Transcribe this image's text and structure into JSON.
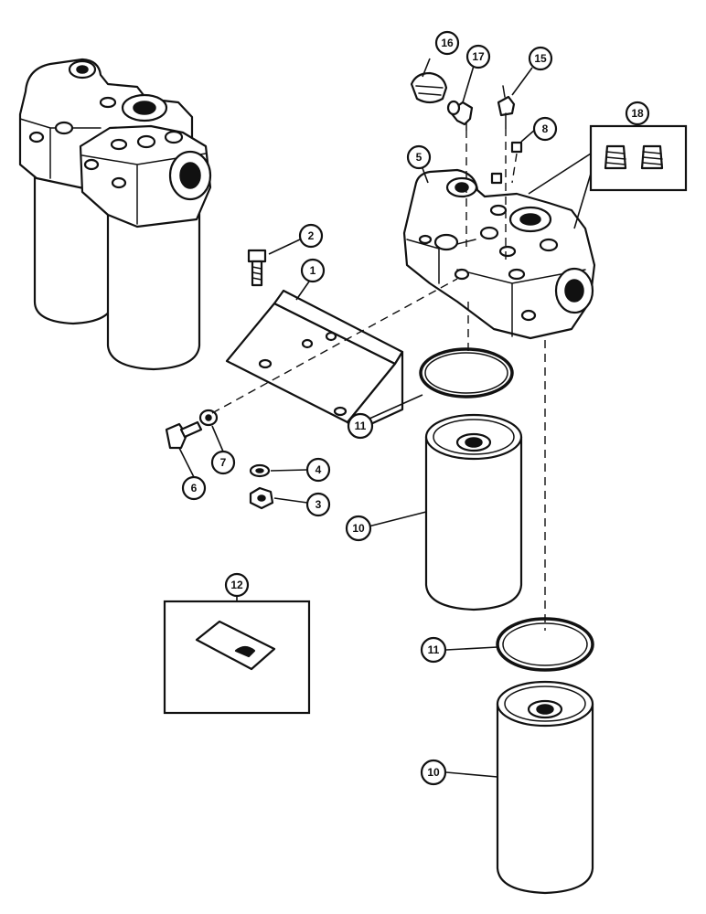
{
  "callouts": {
    "c1": "1",
    "c2": "2",
    "c3": "3",
    "c4": "4",
    "c5": "5",
    "c6": "6",
    "c7": "7",
    "c8": "8",
    "c10a": "10",
    "c10b": "10",
    "c11a": "11",
    "c11b": "11",
    "c12": "12",
    "c15": "15",
    "c16": "16",
    "c17": "17",
    "c18": "18"
  },
  "colors": {
    "ink": "#111111",
    "paper": "#ffffff"
  }
}
